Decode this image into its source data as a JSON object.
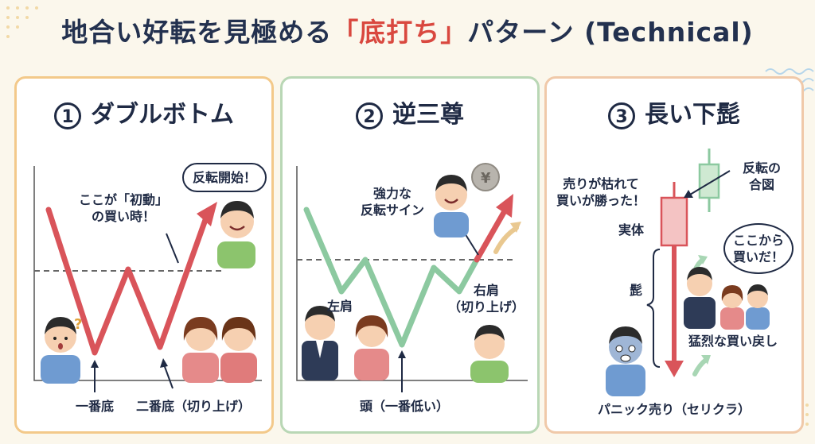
{
  "title": {
    "before": "地合い好転を見極める",
    "highlight": "「底打ち」",
    "after": "パターン (Technical)"
  },
  "colors": {
    "red_line": "#d9545a",
    "green_line": "#8cc9a0",
    "title_accent": "#d9483f",
    "panel1_border": "#f3c98a",
    "panel2_border": "#b9d7b5",
    "panel3_border": "#f0c9a9"
  },
  "panels": [
    {
      "number": "1",
      "title": "ダブルボトム",
      "bubble": "反転開始！",
      "callout_line1": "ここが「初動」",
      "callout_line2": "の買い時！",
      "first_bottom": "一番底",
      "second_bottom": "二番底（切り上げ）",
      "question_mark": "?"
    },
    {
      "number": "2",
      "title": "逆三尊",
      "signal_line1": "強力な",
      "signal_line2": "反転サイン",
      "left_shoulder": "左肩",
      "right_shoulder_line1": "右肩",
      "right_shoulder_line2": "（切り上げ）",
      "head": "頭（一番低い）",
      "coin_icon": "yen-coin-icon",
      "coin_symbol": "¥"
    },
    {
      "number": "3",
      "title": "長い下髭",
      "reversal_line1": "反転の",
      "reversal_line2": "合図",
      "sold_line1": "売りが枯れて",
      "sold_line2": "買いが勝った！",
      "body_label": "実体",
      "wick_label": "髭",
      "bubble_line1": "ここから",
      "bubble_line2": "買いだ！",
      "rebound": "猛烈な買い戻し",
      "panic": "パニック売り（セリクラ）"
    }
  ]
}
